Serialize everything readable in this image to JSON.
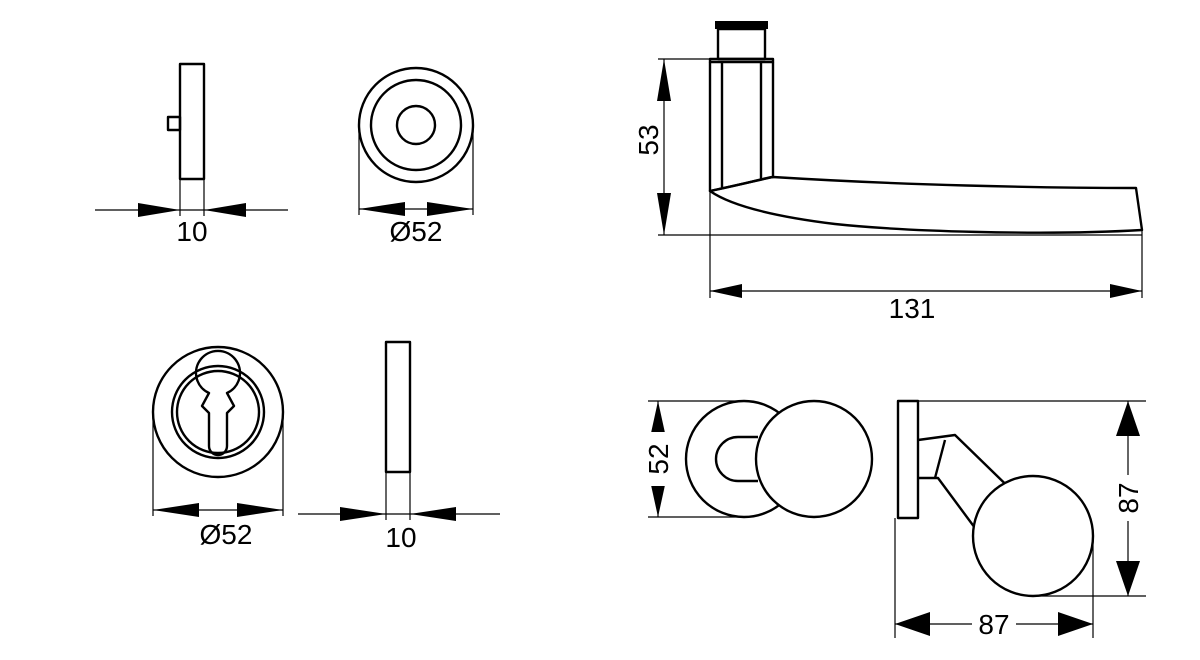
{
  "dimensions": {
    "rose_side_width": "10",
    "rose_diameter": "Ø52",
    "lever_height": "53",
    "lever_length": "131",
    "cylinder_rose_diameter": "Ø52",
    "cylinder_side_width": "10",
    "knob_rose_diameter": "52",
    "knob_height": "87",
    "knob_depth": "87"
  },
  "colors": {
    "line": "#000000",
    "background": "#ffffff"
  }
}
